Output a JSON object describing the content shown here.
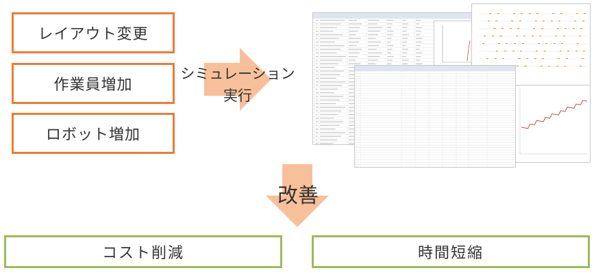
{
  "inputs": [
    {
      "label": "レイアウト変更"
    },
    {
      "label": "作業員増加"
    },
    {
      "label": "ロボット増加"
    }
  ],
  "simulation": {
    "line1": "シミュレーション",
    "line2": "実行"
  },
  "improvement": {
    "label": "改善"
  },
  "outcomes": [
    {
      "label": "コスト削減"
    },
    {
      "label": "時間短縮"
    }
  ],
  "colors": {
    "input_border": "#ed7d31",
    "outcome_border": "#9bbb59",
    "arrow": "#f8c09a",
    "chart_line": "#c0504d",
    "dots": "#f79646"
  }
}
